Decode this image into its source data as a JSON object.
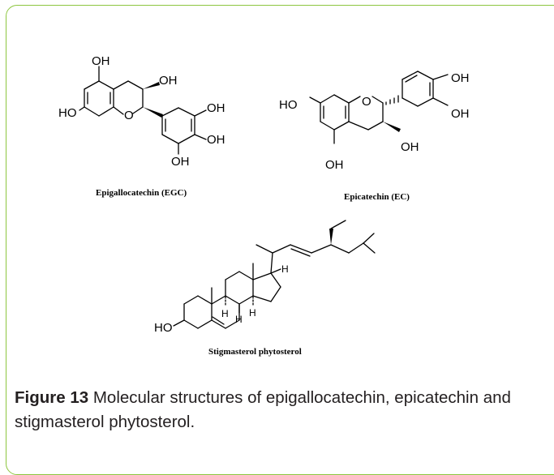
{
  "figure": {
    "caption_label": "Figure 13",
    "caption_text": "Molecular structures of epigallocatechin, epicatechin and stigmasterol phytosterol."
  },
  "molecules": {
    "egc": {
      "name": "Epigallocatechin (EGC)",
      "atoms": {
        "oh_top": "OH",
        "oh_c3": "OH",
        "ho_left": "HO",
        "o_ring": "O",
        "oh_r1": "OH",
        "oh_r2": "OH",
        "oh_r3": "OH"
      }
    },
    "ec": {
      "name": "Epicatechin (EC)",
      "atoms": {
        "ho_left": "HO",
        "o_ring": "O",
        "oh_r1": "OH",
        "oh_r2": "OH",
        "oh_c3": "OH",
        "oh_bottom": "OH"
      }
    },
    "stig": {
      "name": "Stigmasterol phytosterol",
      "atoms": {
        "ho": "HO",
        "h1": "H",
        "h2": "H",
        "h3": "H",
        "h4": "H"
      }
    }
  }
}
